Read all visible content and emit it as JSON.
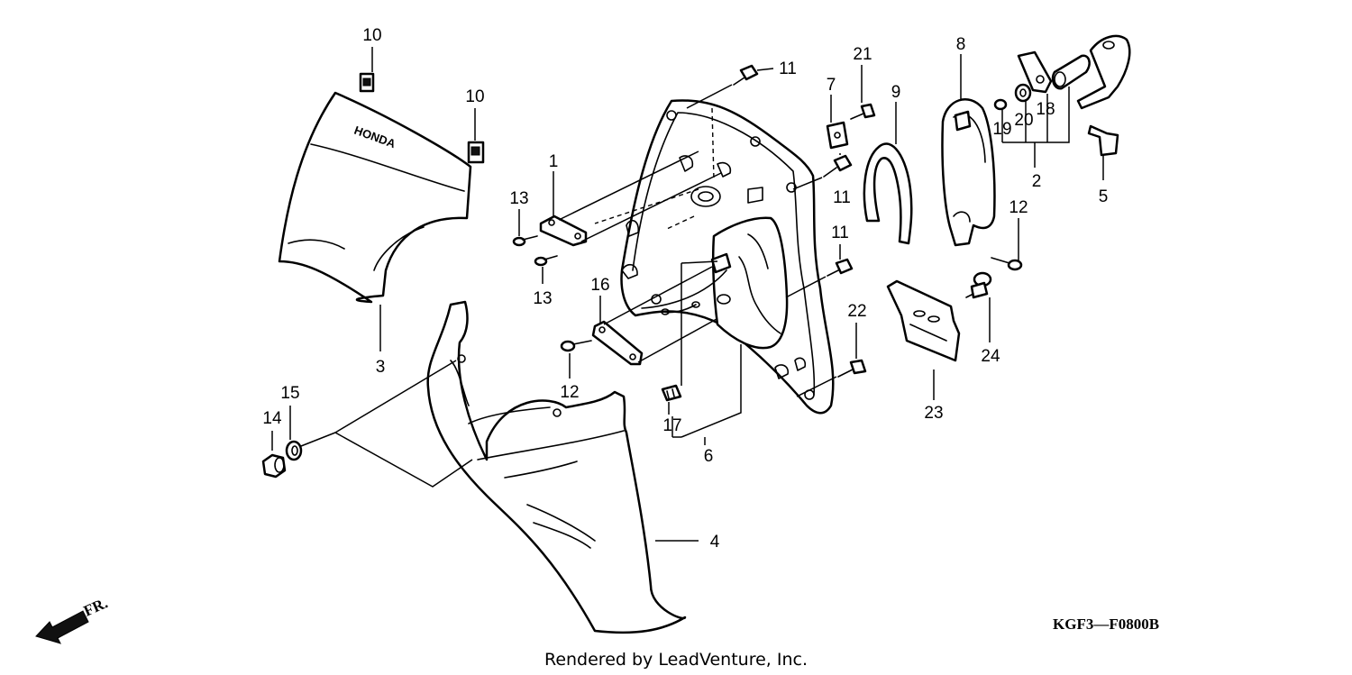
{
  "diagram": {
    "callouts": [
      "1",
      "2",
      "3",
      "4",
      "5",
      "6",
      "7",
      "8",
      "9",
      "10",
      "10",
      "11",
      "11",
      "11",
      "12",
      "12",
      "13",
      "13",
      "14",
      "15",
      "16",
      "17",
      "18",
      "19",
      "20",
      "21",
      "22",
      "23",
      "24"
    ],
    "brand_mark": "HONDA",
    "front_indicator": "FR.",
    "diagram_code": "KGF3—F0800B",
    "credit": "Rendered by LeadVenture, Inc."
  }
}
